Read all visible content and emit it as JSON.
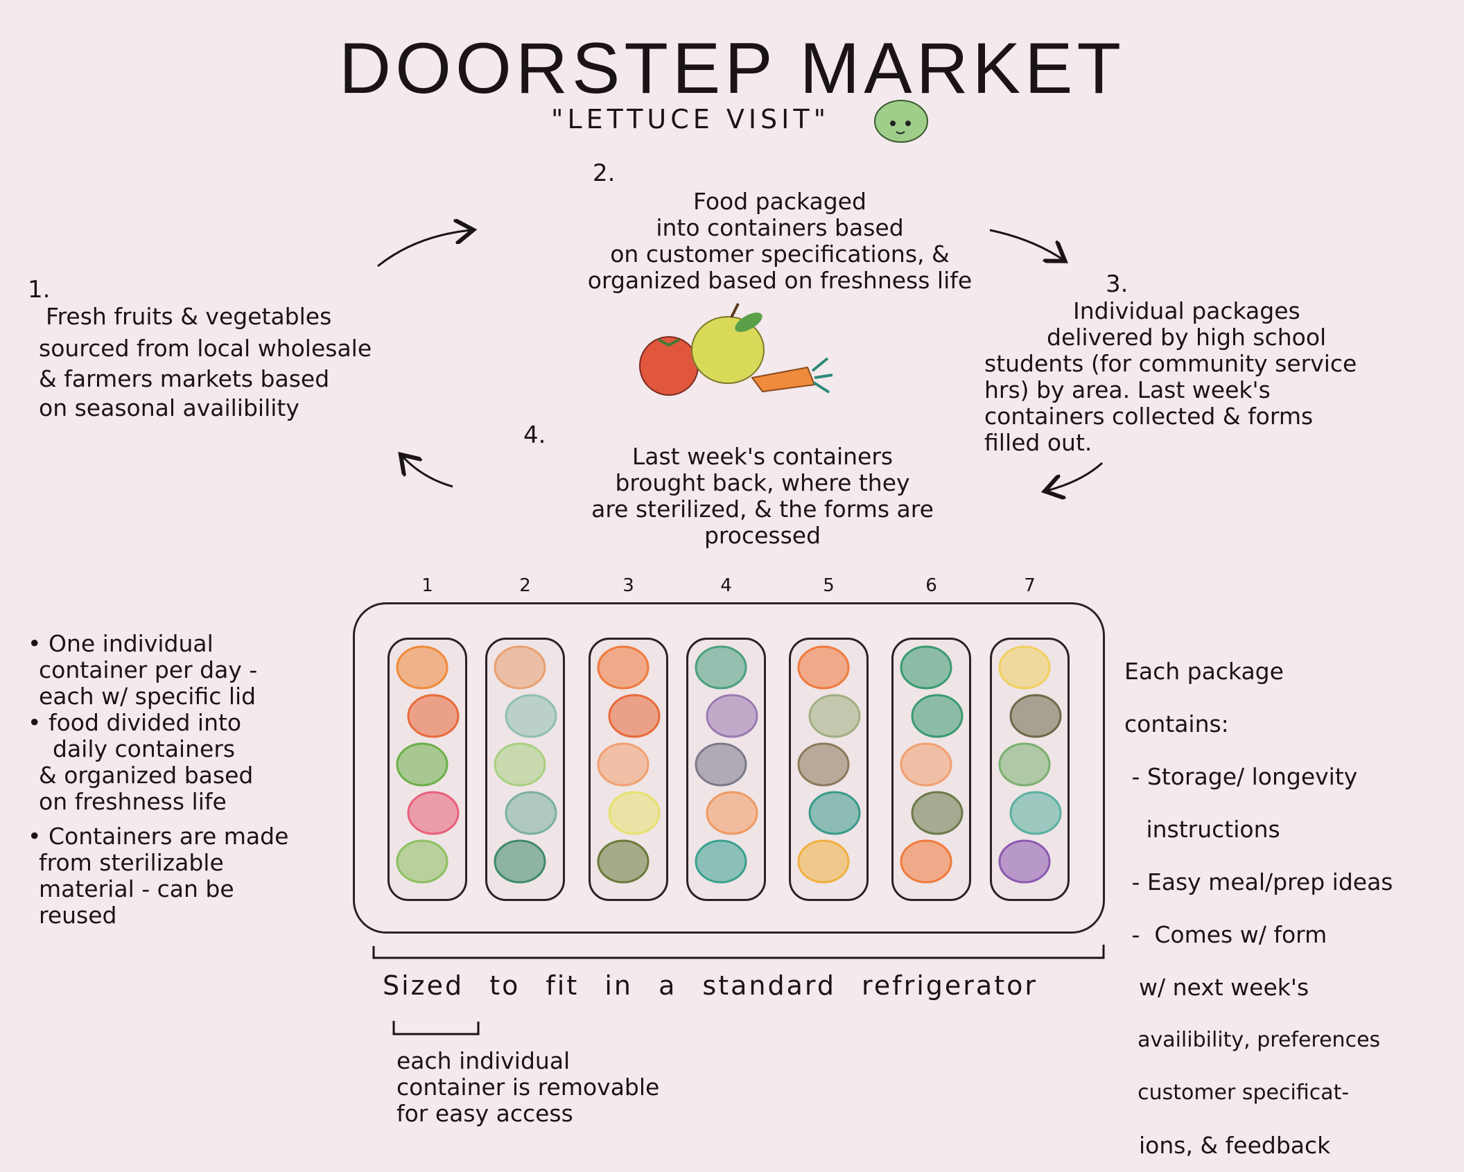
{
  "title": "DOORSTEP MARKET",
  "subtitle": "\"LETTUCE VISIT\"",
  "cycle": {
    "step1": {
      "number": "1.",
      "lines": [
        "Fresh fruits & vegetables",
        "sourced from local wholesale",
        "& farmers markets based",
        "on seasonal availibility"
      ]
    },
    "step2": {
      "number": "2.",
      "lines": [
        "Food packaged",
        "into containers based",
        "on customer specifications, &",
        "organized based on freshness life"
      ]
    },
    "step3": {
      "number": "3.",
      "lines": [
        "Individual packages",
        "delivered by high school",
        "students (for community service",
        "hrs) by area. Last week's",
        "containers collected & forms",
        "filled out."
      ]
    },
    "step4": {
      "number": "4.",
      "lines": [
        "Last week's containers",
        "brought back, where they",
        "are sterilized, & the forms are",
        "processed"
      ]
    }
  },
  "container_numbers": [
    "1",
    "2",
    "3",
    "4",
    "5",
    "6",
    "7"
  ],
  "left_notes": {
    "bullets": [
      {
        "lines": [
          "One individual",
          "container per day -",
          "each w/ specific lid"
        ]
      },
      {
        "lines": [
          "food divided into",
          "daily containers",
          "& organized based",
          "on freshness life"
        ]
      },
      {
        "lines": [
          "Containers are made",
          "from sterilizable",
          "material - can be",
          "reused"
        ]
      }
    ]
  },
  "right_notes": {
    "lines": [
      "Each package",
      "contains:",
      " - Storage/ longevity",
      "   instructions",
      " - Easy meal/prep ideas",
      " -  Comes w/ form",
      "  w/ next week's",
      "  availibility, preferences",
      "  customer specificat-",
      "  ions, & feedback"
    ]
  },
  "size_label": "Sized to fit in a standard refrigerator",
  "removable_note": {
    "lines": [
      "each individual",
      "container is removable",
      "for easy access"
    ]
  }
}
